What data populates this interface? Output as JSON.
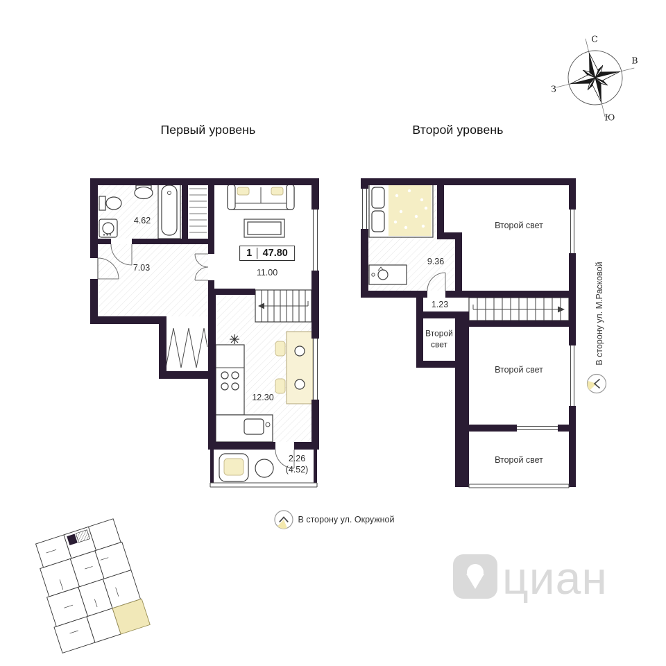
{
  "titles": {
    "level1": "Первый уровень",
    "level2": "Второй уровень"
  },
  "compass": {
    "north": "С",
    "east": "В",
    "south": "Ю",
    "west": "З"
  },
  "floor1": {
    "bathroom_area": "4.62",
    "hall_area": "7.03",
    "unit_number": "1",
    "total_area": "47.80",
    "room_area": "11.00",
    "kitchen_area": "12.30",
    "balcony_area": "2.26",
    "balcony_area_full": "(4.52)"
  },
  "floor2": {
    "bedroom_area": "9.36",
    "corridor_area": "1.23",
    "second_light": "Второй свет"
  },
  "annotations": {
    "direction_right": "В сторону ул. М.Расковой",
    "direction_bottom": "В сторону ул. Окружной"
  },
  "watermark": "циан",
  "colors": {
    "wall": "#2a1c33",
    "accent": "#f5eec5",
    "watermark": "#dadada"
  }
}
